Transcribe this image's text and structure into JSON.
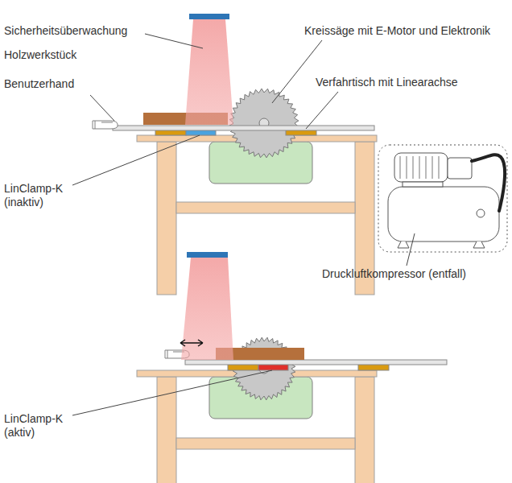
{
  "diagram": {
    "labels": [
      "Sicherheitsüberwachung",
      "Holzwerkstück",
      "Benutzerhand",
      "Kreissäge mit E-Motor und Elektronik",
      "Verfahrtisch mit Linearachse",
      "LinClamp-K (inaktiv)",
      "Druckluftkompressor (entfall)",
      "LinClamp-K (aktiv)"
    ]
  }
}
